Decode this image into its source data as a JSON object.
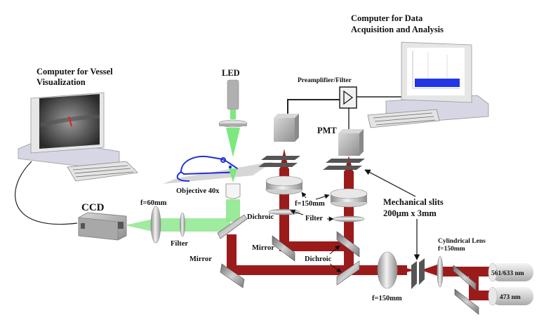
{
  "title": "Optical setup for vessel visualization and data acquisition",
  "colors": {
    "red_beam": "#9b1b1b",
    "green_beam": "#8ee88e",
    "optic_gray": "#b8b8b8",
    "mouse_blue": "#1f2fd8",
    "plot_blue": "#2236e6",
    "vessel_mark": "#e02020"
  },
  "labels": {
    "computer_vessel_line1": "Computer for Vessel",
    "computer_vessel_line2": "Visualization",
    "computer_data_line1": "Computer for Data",
    "computer_data_line2": "Acquisition and Analysis",
    "led": "LED",
    "preamp": "Preamplifier/Filter",
    "pmt": "PMT",
    "objective": "Objective 40x",
    "ccd": "CCD",
    "f60": "f=60mm",
    "filter_left": "Filter",
    "dichroic_main": "Dichroic",
    "mirror_left": "Mirror",
    "mirror_mid": "Mirror",
    "f150_pair": "f=150mm",
    "filter_pair": "Filter",
    "dichroic_pair": "Dichroic",
    "slits_line1": "Mechanical slits",
    "slits_line2": "200μm x 3mm",
    "cyl_line1": "Cylindrical Lens",
    "cyl_line2": "f=150mm",
    "f150_bottom": "f=150mm",
    "laser_top": "561/633 nm",
    "laser_bottom": "473 nm"
  }
}
